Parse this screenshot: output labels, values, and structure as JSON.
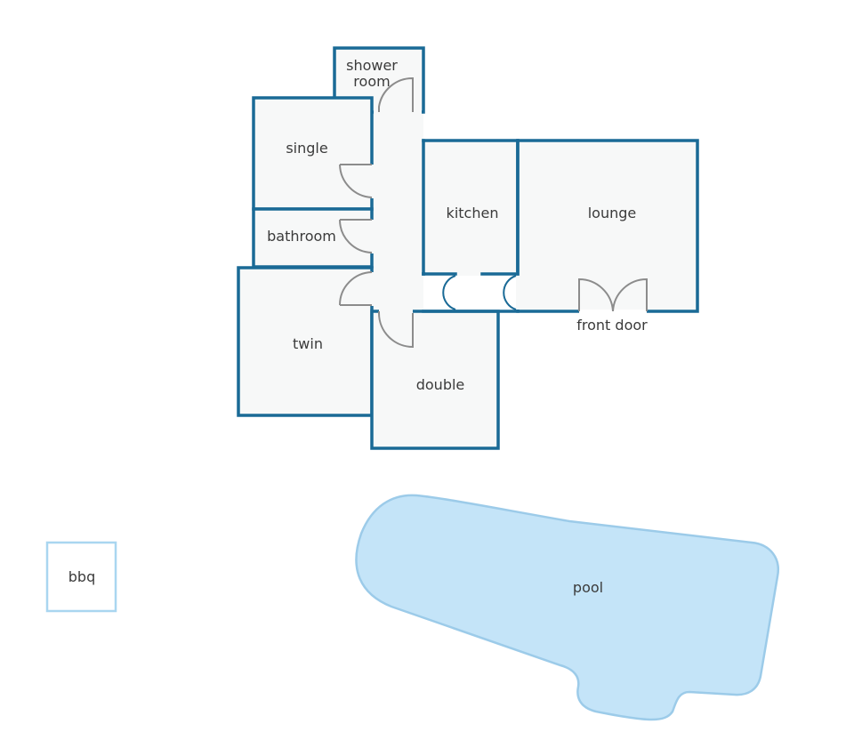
{
  "rooms": {
    "shower_room": [
      "shower",
      "room"
    ],
    "single": "single",
    "bathroom": "bathroom",
    "kitchen": "kitchen",
    "lounge": "lounge",
    "twin": "twin",
    "double": "double"
  },
  "features": {
    "front_door": "front door",
    "bbq": "bbq",
    "pool": "pool"
  },
  "colors": {
    "wall": "#1a6a96",
    "room_fill": "#f7f8f8",
    "door": "#8c8c8c",
    "pool_fill": "#c4e4f8",
    "pool_stroke": "#9ccbe9",
    "bbq_stroke": "#a9d6f0"
  }
}
